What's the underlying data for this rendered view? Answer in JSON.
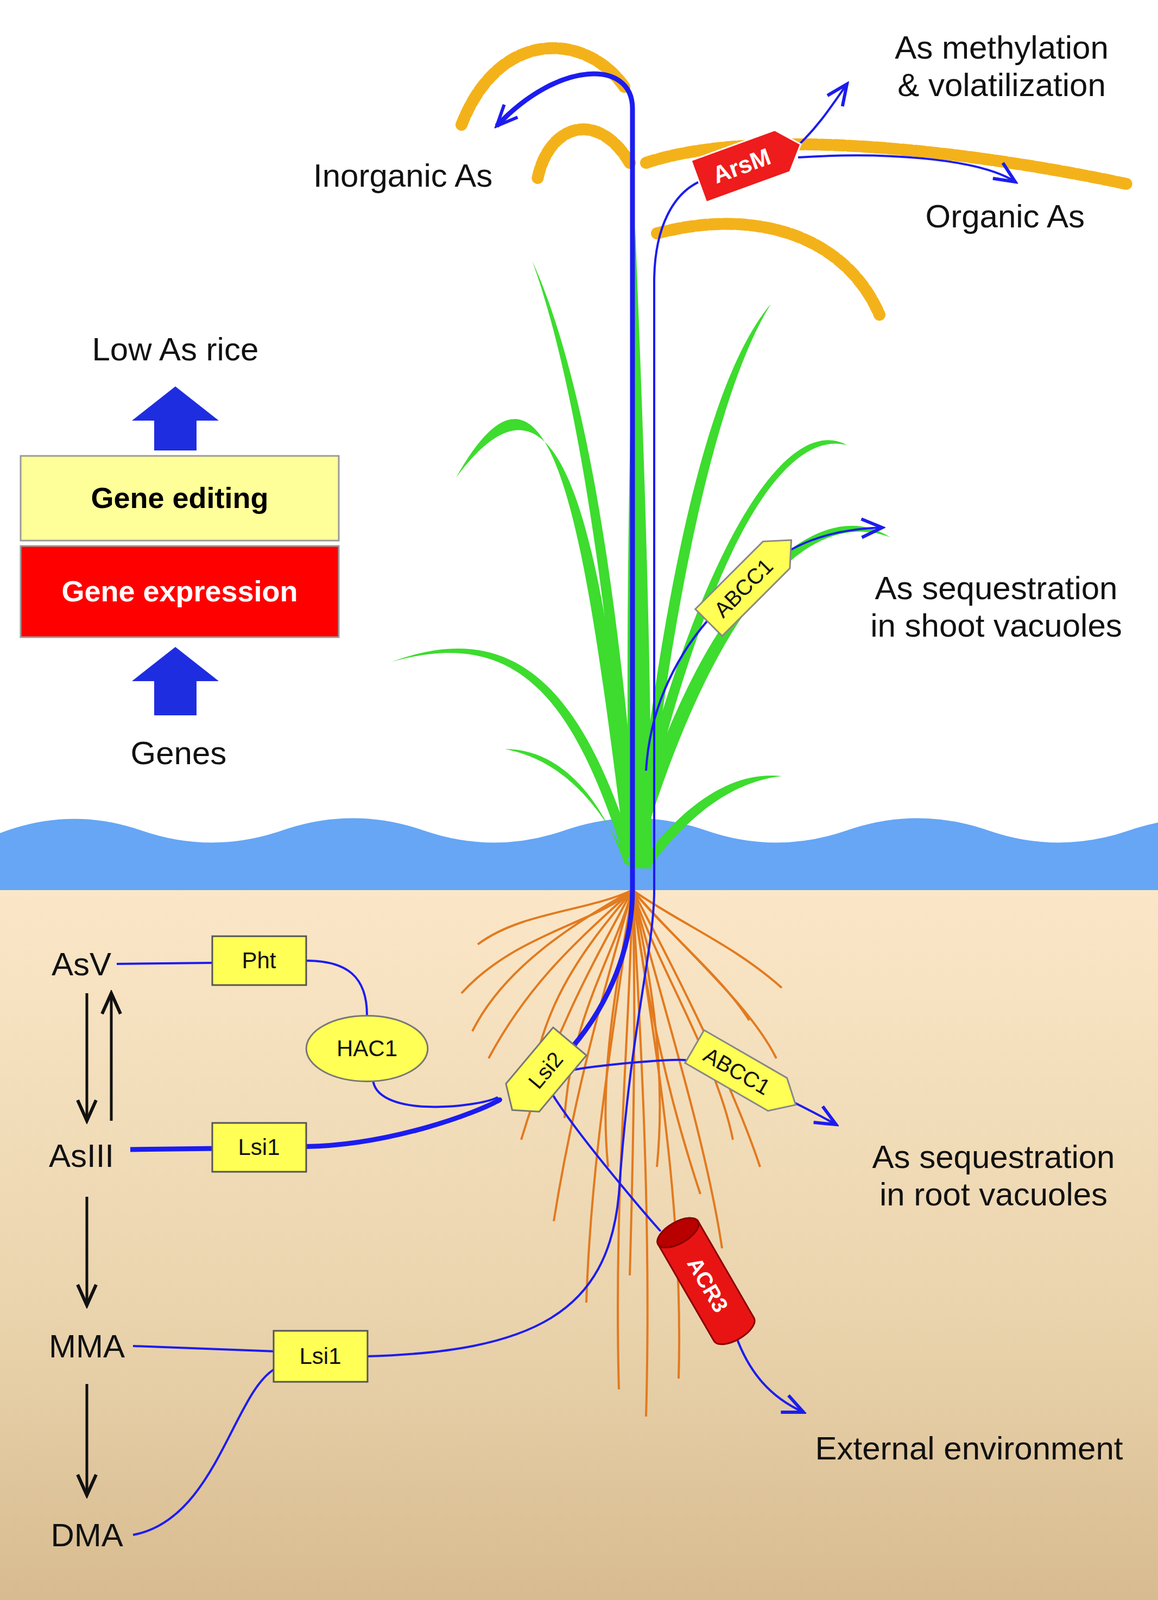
{
  "diagram": {
    "nodes": [
      {
        "text": [
          "Gene editing"
        ]
      },
      {
        "text": [
          "Gene expression"
        ]
      },
      {
        "text": [
          "ArsM"
        ]
      },
      {
        "text": [
          "ABCC1"
        ]
      },
      {
        "text": [
          "Pht"
        ]
      },
      {
        "text": [
          "HAC1"
        ]
      },
      {
        "text": [
          "Lsi2"
        ]
      },
      {
        "text": [
          "ABCC1"
        ]
      },
      {
        "text": [
          "Lsi1"
        ]
      },
      {
        "text": [
          "ACR3"
        ]
      },
      {
        "text": [
          "Lsi1"
        ]
      }
    ],
    "edges": [
      {
        "from": 4,
        "to": 5,
        "arrow": "none"
      },
      {
        "from": 5,
        "to": 6,
        "arrow": "none"
      },
      {
        "from": 8,
        "to": 6,
        "arrow": "none"
      },
      {
        "from": 6,
        "to": 7,
        "arrow": "none"
      },
      {
        "from": 6,
        "to": 9,
        "arrow": "none"
      }
    ],
    "labels": [
      "As methylation & volatilization",
      "Inorganic As",
      "Organic As",
      "Low As rice",
      "As sequestration in shoot vacuoles",
      "Genes",
      "AsV",
      "As sequestration in root vacuoles",
      "AsIII",
      "MMA",
      "External environment",
      "DMA"
    ]
  }
}
